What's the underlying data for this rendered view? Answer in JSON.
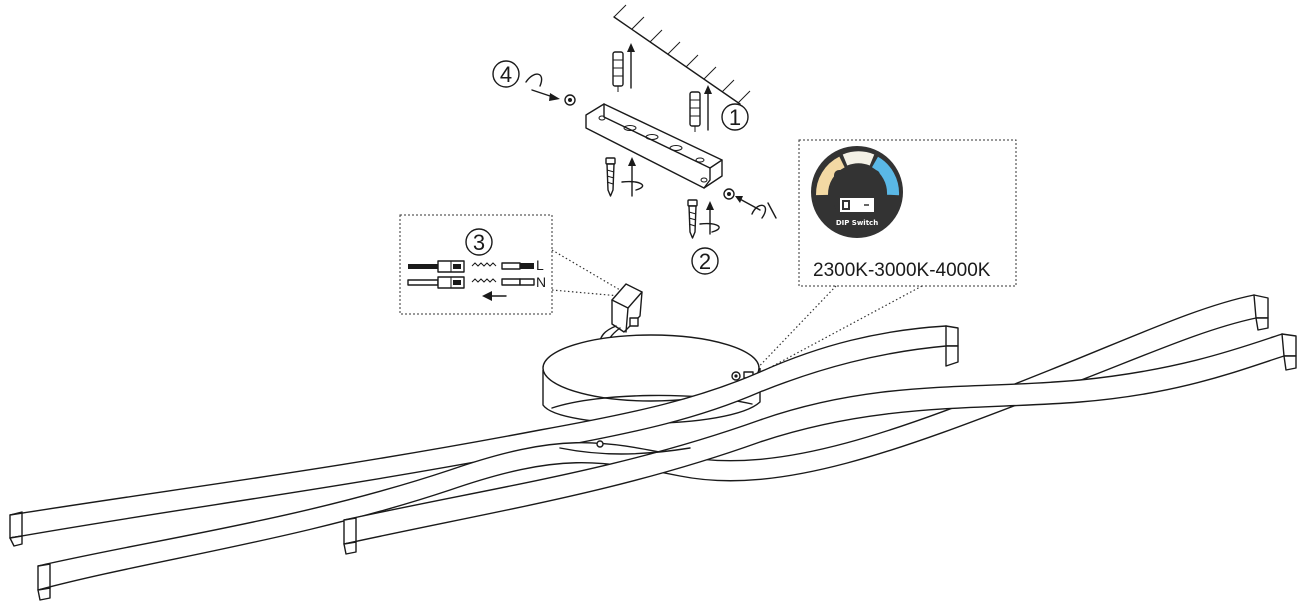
{
  "steps": {
    "step1": "1",
    "step2": "2",
    "step3": "3",
    "step4": "4"
  },
  "wiring": {
    "live_label": "L",
    "neutral_label": "N"
  },
  "dip_switch": {
    "badge_label": "DIP Switch",
    "color_temperatures": "2300K-3000K-4000K",
    "warm_color": "#f3d9a4",
    "neutral_color": "#f4f1e6",
    "cool_color": "#5ab8e6",
    "badge_color": "#333333"
  }
}
